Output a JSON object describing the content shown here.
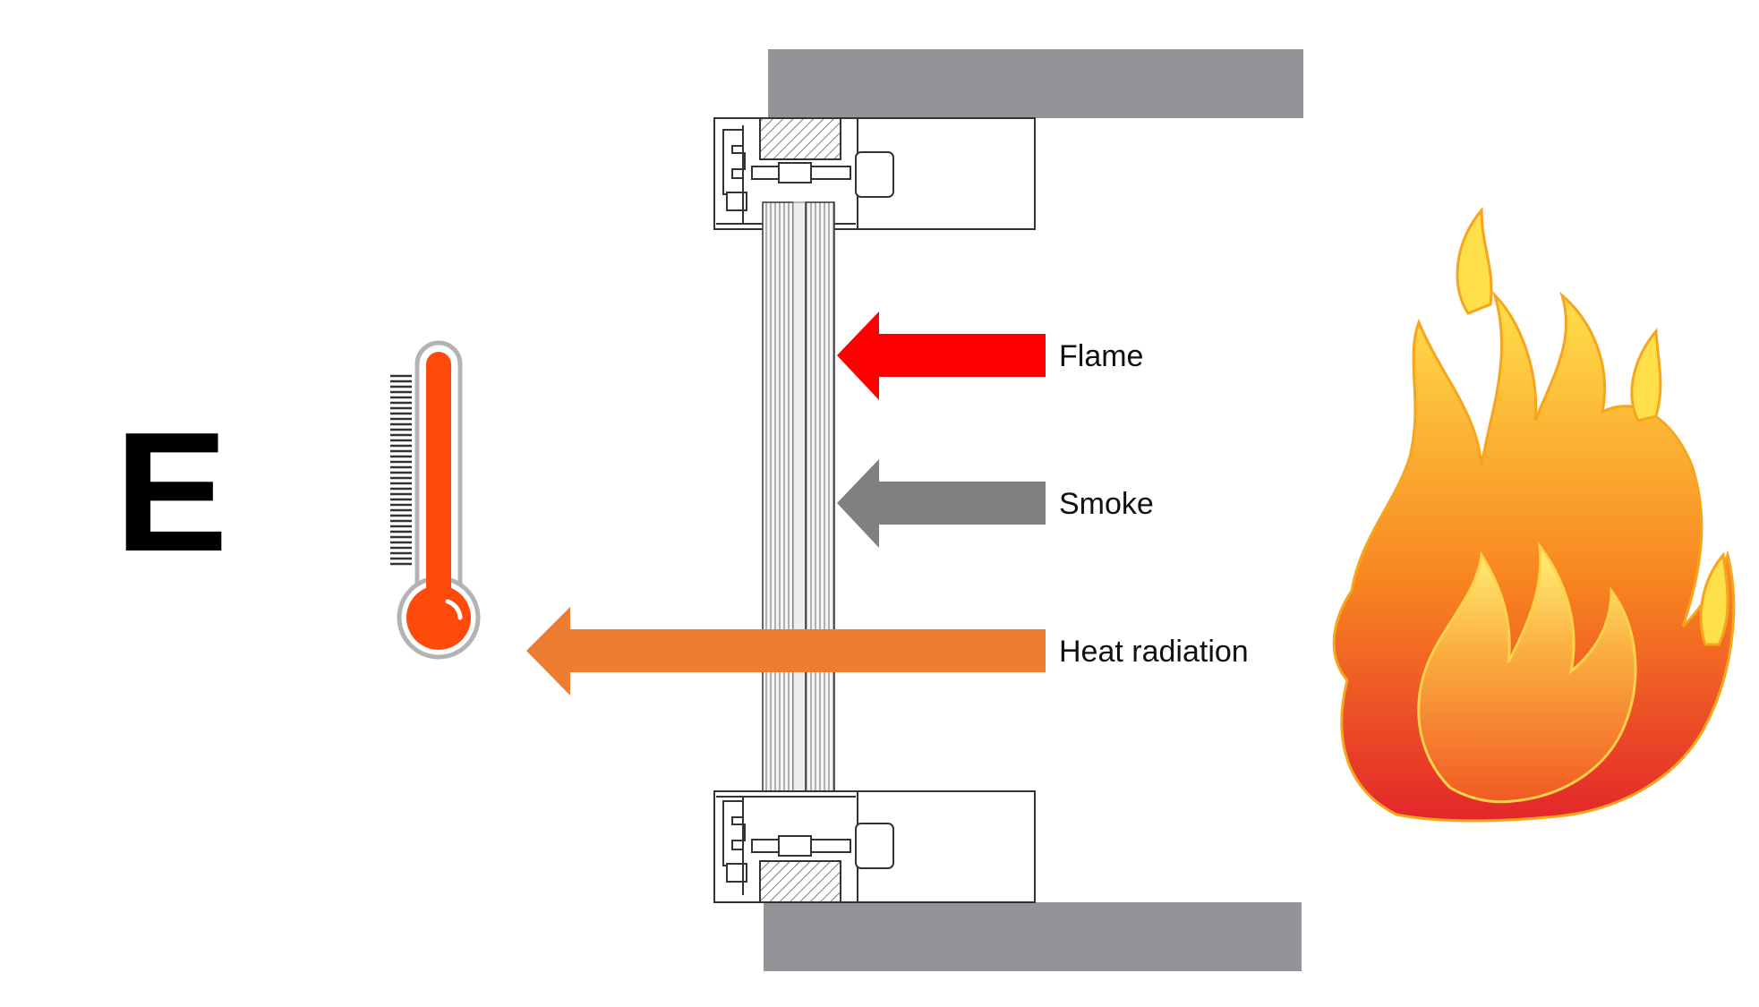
{
  "classification": {
    "letter": "E"
  },
  "arrows": {
    "flame": {
      "label": "Flame",
      "color": "#ff0000"
    },
    "smoke": {
      "label": "Smoke",
      "color": "#808080"
    },
    "heat": {
      "label": "Heat radiation",
      "color": "#ed7d31"
    }
  },
  "colors": {
    "wall": "#939497",
    "thermometer_fill": "#ff4a0c",
    "thermometer_outline": "#b3b3b3",
    "flame_outer": "#f26b1d",
    "flame_inner": "#ffd24a"
  },
  "icons": [
    "thermometer-icon",
    "fire-icon"
  ]
}
